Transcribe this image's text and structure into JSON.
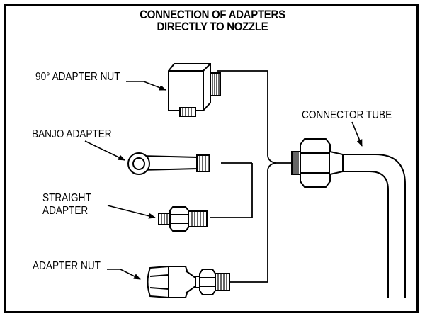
{
  "title": {
    "line1": "CONNECTION OF ADAPTERS",
    "line2": "DIRECTLY TO NOZZLE"
  },
  "labels": {
    "adapter_90": "90° ADAPTER NUT",
    "banjo": "BANJO ADAPTER",
    "straight_line1": "STRAIGHT",
    "straight_line2": "ADAPTER",
    "adapter_nut": "ADAPTER NUT",
    "connector_tube": "CONNECTOR TUBE"
  },
  "colors": {
    "ink": "#000000",
    "paper": "#ffffff"
  }
}
